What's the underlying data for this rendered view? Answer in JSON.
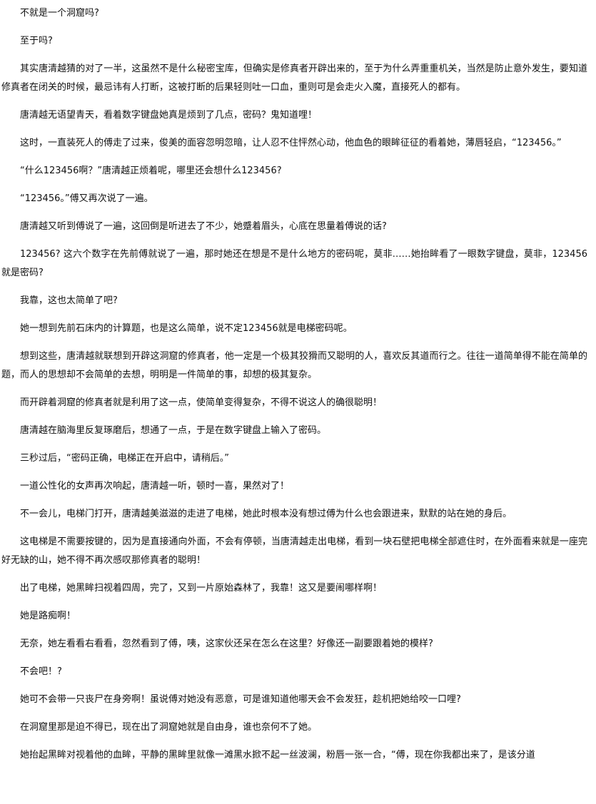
{
  "paragraphs": [
    "不就是一个洞窟吗?",
    "至于吗?",
    "其实唐清越猜的对了一半，这虽然不是什么秘密宝库，但确实是修真者开辟出来的，至于为什么弄重重机关，当然是防止意外发生，要知道修真者在闭关的时候，最忌讳有人打断，这被打断的后果轻则吐一口血，重则可是会走火入魔，直接死人的都有。",
    "唐清越无语望青天，看着数字键盘她真是烦到了几点，密码？鬼知道哩！",
    "这时，一直装死人的傅走了过来，俊美的面容忽明忽暗，让人忍不住怦然心动，他血色的眼眸征征的看着她，薄唇轻启，“123456。”",
    "“什么123456啊？”唐清越正烦着呢，哪里还会想什么123456?",
    "“123456。”傅又再次说了一遍。",
    "唐清越又听到傅说了一遍，这回倒是听进去了不少，她蹙着眉头，心底在思量着傅说的话?",
    "123456? 这六个数字在先前傅就说了一遍，那时她还在想是不是什么地方的密码呢，莫非……她抬眸看了一眼数字键盘，莫非，123456就是密码?",
    "我靠，这也太简单了吧?",
    "她一想到先前石床内的计算题，也是这么简单，说不定123456就是电梯密码呢。",
    "想到这些，唐清越就联想到开辟这洞窟的修真者，他一定是一个极其狡猾而又聪明的人，喜欢反其道而行之。往往一道简单得不能在简单的题，而人的思想却不会简单的去想，明明是一件简单的事，却想的极其复杂。",
    "而开辟着洞窟的修真者就是利用了这一点，使简单变得复杂，不得不说这人的确很聪明！",
    "唐清越在脑海里反复琢磨后，想通了一点，于是在数字键盘上输入了密码。",
    "三秒过后，“密码正确，电梯正在开启中，请稍后。”",
    "一道公性化的女声再次响起，唐清越一听，顿时一喜，果然对了！",
    "不一会儿，电梯门打开，唐清越美滋滋的走进了电梯，她此时根本没有想过傅为什么也会跟进来，默默的站在她的身后。",
    "这电梯是不需要按键的，因为是直接通向外面，不会有停顿，当唐清越走出电梯，看到一块石壁把电梯全部遮住时，在外面看来就是一座完好无缺的山，她不得不再次感叹那修真者的聪明！",
    "出了电梯，她黑眸扫视着四周，完了，又到一片原始森林了，我靠！这又是要闹哪样啊！",
    "她是路痴啊！",
    "无奈，她左看看右看看，忽然看到了傅，咦，这家伙还呆在怎么在这里？好像还一副要跟着她的模样?",
    "不会吧！?",
    "她可不会带一只丧尸在身旁啊！虽说傅对她没有恶意，可是谁知道他哪天会不会发狂，趁机把她给咬一口哩?",
    "在洞窟里那是迫不得已，现在出了洞窟她就是自由身，谁也奈何不了她。",
    "她抬起黑眸对视着他的血眸，平静的黑眸里就像一滩黑水掀不起一丝波澜，粉唇一张一合，“傅，现在你我都出来了，是该分道"
  ]
}
